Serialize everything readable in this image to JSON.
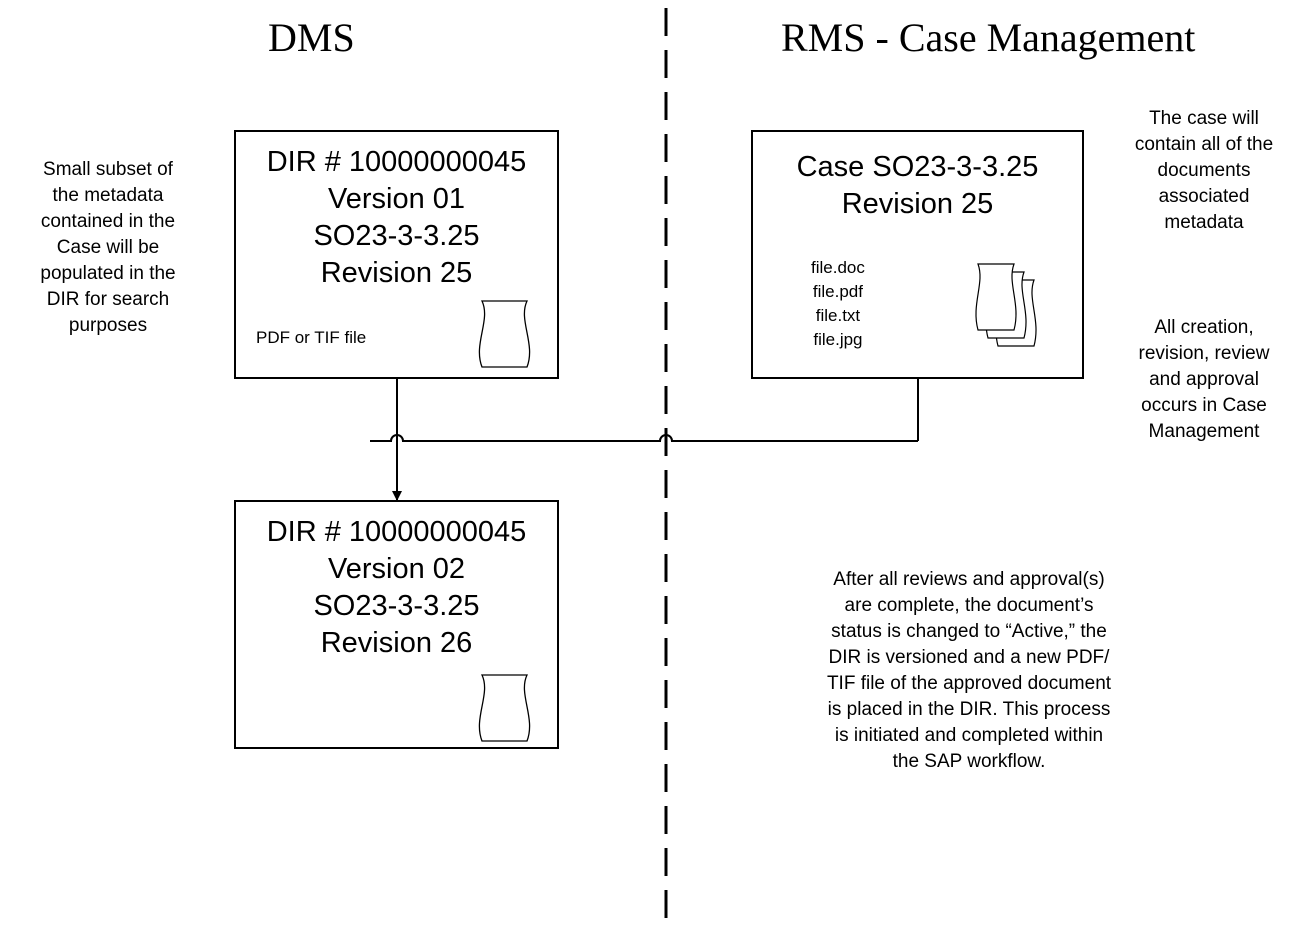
{
  "headings": {
    "left": "DMS",
    "right": "RMS - Case Management"
  },
  "dir_v1": {
    "lines": [
      "DIR # 10000000045",
      "Version 01",
      "SO23-3-3.25",
      "Revision 25"
    ],
    "file_label": "PDF or TIF file",
    "icon": "document-icon"
  },
  "case": {
    "lines": [
      "Case SO23-3-3.25",
      "Revision 25"
    ],
    "files": [
      "file.doc",
      "file.pdf",
      "file.txt",
      "file.jpg"
    ],
    "icon": "multiple-documents-icon"
  },
  "dir_v2": {
    "lines": [
      "DIR # 10000000045",
      "Version 02",
      "SO23-3-3.25",
      "Revision 26"
    ],
    "icon": "document-icon"
  },
  "notes": {
    "metadata_subset": [
      "Small subset of",
      "the metadata",
      "contained in the",
      "Case will be",
      "populated in the",
      "DIR for search",
      "purposes"
    ],
    "case_contents": [
      "The case will",
      "contain all of the",
      "documents",
      "associated",
      "metadata"
    ],
    "creation_process": [
      "All creation,",
      "revision, review",
      "and approval",
      "occurs in Case",
      "Management"
    ],
    "approval_process": [
      "After all reviews and approval(s)",
      "are complete, the document’s",
      "status is changed to “Active,” the",
      "DIR is versioned and a new PDF/",
      "TIF file of the approved document",
      "is placed in the DIR. This process",
      "is initiated and completed within",
      "the SAP workflow."
    ]
  }
}
